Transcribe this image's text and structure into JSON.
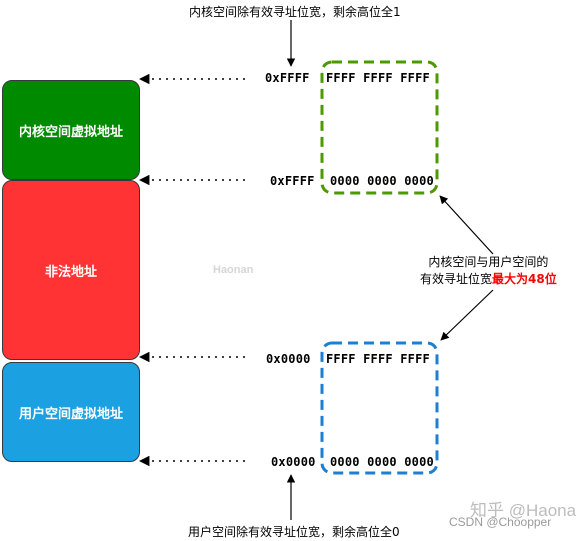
{
  "colors": {
    "kernel_block": "#008a00",
    "illegal_block": "#ff3333",
    "user_block": "#1ba1e2",
    "kernel_box": "#4d9900",
    "user_box": "#1e7fd0",
    "highlight_text": "#ff0000"
  },
  "blocks": {
    "kernel": "内核空间虚拟地址",
    "illegal": "非法地址",
    "user": "用户空间虚拟地址"
  },
  "addresses": {
    "kernel_top_prefix": "0xFFFF",
    "kernel_top_suffix": "FFFF FFFF FFFF",
    "kernel_bottom_prefix": "0xFFFF",
    "kernel_bottom_suffix": "0000 0000 0000",
    "user_top_prefix": "0x0000",
    "user_top_suffix": "FFFF FFFF FFFF",
    "user_bottom_prefix": "0x0000",
    "user_bottom_suffix": "0000 0000 0000"
  },
  "notes": {
    "kernel_top": "内核空间除有效寻址位宽，剩余高位全1",
    "middle_line1": "内核空间与用户空间的",
    "middle_line2_plain": "有效寻址位宽",
    "middle_line2_highlight": "最大为48位",
    "user_bottom": "用户空间除有效寻址位宽，剩余高位全0"
  },
  "watermarks": {
    "center": "Haonan",
    "zhihu": "知乎 @Haonan",
    "csdn": "CSDN @Choopper"
  }
}
